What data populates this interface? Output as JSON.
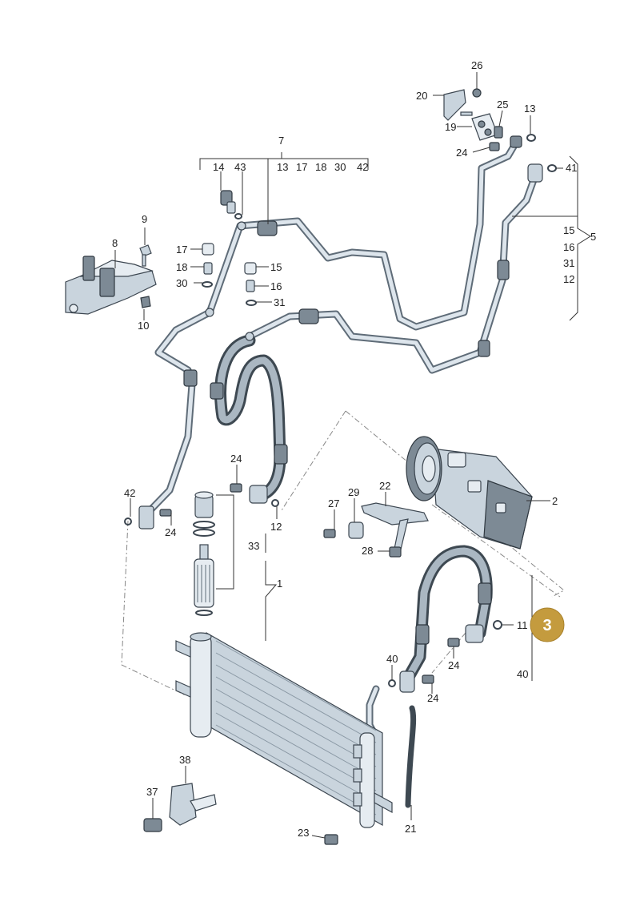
{
  "labels": {
    "l1": "1",
    "l2": "2",
    "l5": "5",
    "l7": "7",
    "l8": "8",
    "l9": "9",
    "l10": "10",
    "l11": "11",
    "l12a": "12",
    "l12b": "12",
    "l13a": "13",
    "l13b": "13",
    "l14": "14",
    "l15a": "15",
    "l15b": "15",
    "l16a": "16",
    "l16b": "16",
    "l17a": "17",
    "l17b": "17",
    "l18a": "18",
    "l18b": "18",
    "l19": "19",
    "l20": "20",
    "l21": "21",
    "l22": "22",
    "l23": "23",
    "l24a": "24",
    "l24b": "24",
    "l24c": "24",
    "l24d": "24",
    "l24e": "24",
    "l25": "25",
    "l26": "26",
    "l27": "27",
    "l28": "28",
    "l29": "29",
    "l30a": "30",
    "l30b": "30",
    "l31a": "31",
    "l31b": "31",
    "l33": "33",
    "l37": "37",
    "l38": "38",
    "l40a": "40",
    "l40b": "40",
    "l41": "41",
    "l42a": "42",
    "l42b": "42",
    "l43": "43"
  },
  "callout": {
    "number": "3"
  }
}
